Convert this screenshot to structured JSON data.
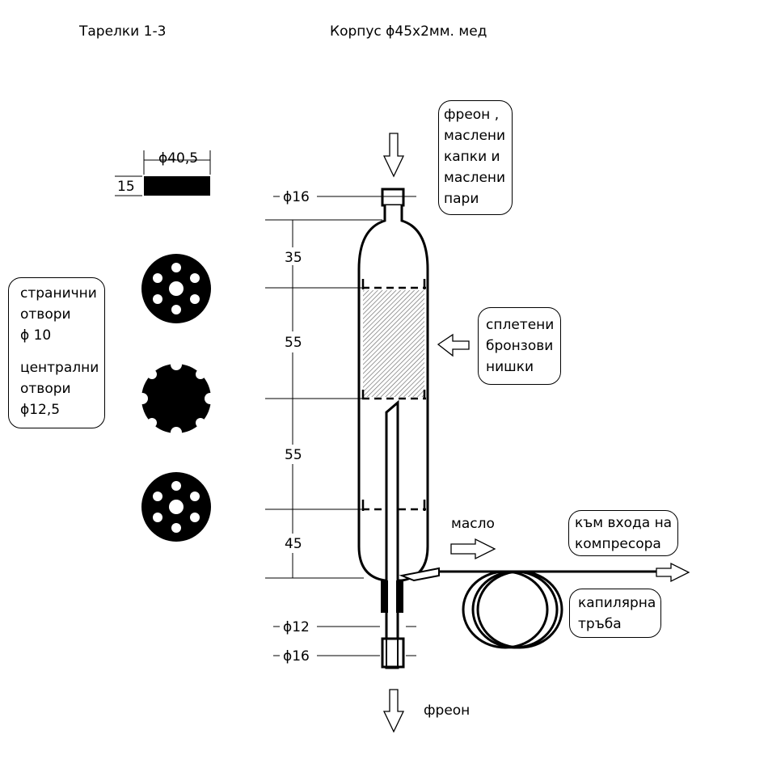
{
  "titles": {
    "plates": "Тарелки 1-3",
    "body": "Корпус ϕ45х2мм. мед"
  },
  "plate_dims": {
    "diameter": "ϕ40,5",
    "thickness": "15"
  },
  "dimensions": {
    "inlet": "ϕ16",
    "d1": "35",
    "d2": "55",
    "d3": "55",
    "d4": "45",
    "tube": "ϕ12",
    "outlet": "ϕ16"
  },
  "notes": {
    "holes": {
      "l1": "странични",
      "l2": "отвори",
      "l3": "ϕ 10",
      "l4": "централни",
      "l5": "отвори",
      "l6": "ϕ12,5"
    },
    "inflow": {
      "l1": "фреон ,",
      "l2": "маслени",
      "l3": "капки и",
      "l4": "маслени",
      "l5": "пари"
    },
    "mesh": {
      "l1": "сплетени",
      "l2": "бронзови",
      "l3": "нишки"
    },
    "compressor": {
      "l1": "към входа на",
      "l2": "компресора"
    },
    "capillary": {
      "l1": "капилярна",
      "l2": "тръба"
    }
  },
  "labels": {
    "oil": "масло",
    "freon_out": "фреон"
  }
}
